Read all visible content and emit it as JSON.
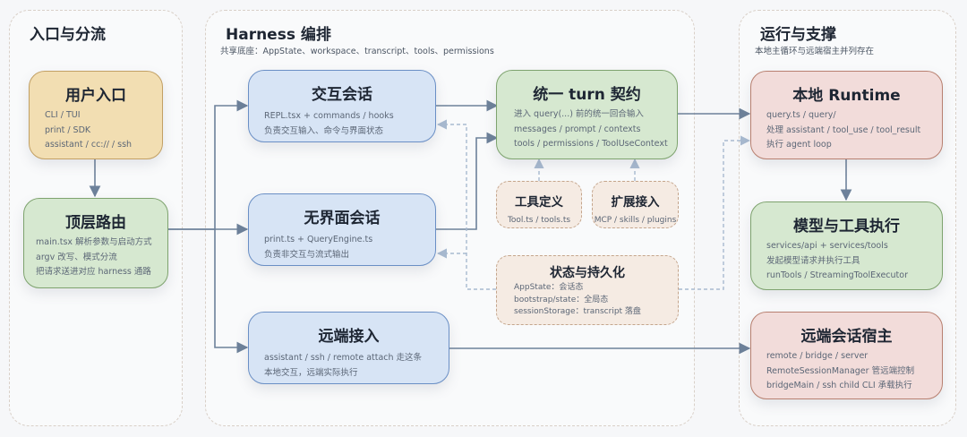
{
  "groups": {
    "entry": {
      "title": "入口与分流"
    },
    "harness": {
      "title": "Harness 编排",
      "subtitle": "共享底座：AppState、workspace、transcript、tools、permissions"
    },
    "runtime": {
      "title": "运行与支撑",
      "subtitle": "本地主循环与远端宿主并列存在"
    }
  },
  "nodes": {
    "user_entry": {
      "title": "用户入口",
      "lines": [
        "CLI / TUI",
        "print / SDK",
        "assistant / cc:// / ssh"
      ]
    },
    "top_router": {
      "title": "顶层路由",
      "lines": [
        "main.tsx 解析参数与启动方式",
        "argv 改写、模式分流",
        "把请求送进对应 harness 通路"
      ]
    },
    "interactive": {
      "title": "交互会话",
      "lines": [
        "REPL.tsx + commands / hooks",
        "负责交互输入、命令与界面状态"
      ]
    },
    "headless": {
      "title": "无界面会话",
      "lines": [
        "print.ts + QueryEngine.ts",
        "负责非交互与流式输出"
      ]
    },
    "remote_access": {
      "title": "远端接入",
      "lines": [
        "assistant / ssh / remote attach 走这条",
        "本地交互，远端实际执行"
      ]
    },
    "turn_contract": {
      "title": "统一 turn 契约",
      "lines": [
        "进入 query(...) 前的统一回合输入",
        "messages / prompt / contexts",
        "tools / permissions / ToolUseContext"
      ]
    },
    "tool_def": {
      "title": "工具定义",
      "lines": [
        "Tool.ts / tools.ts"
      ]
    },
    "extension": {
      "title": "扩展接入",
      "lines": [
        "MCP / skills / plugins"
      ]
    },
    "state": {
      "title": "状态与持久化",
      "lines": [
        "AppState：会话态",
        "bootstrap/state：全局态",
        "sessionStorage：transcript 落盘"
      ]
    },
    "local_runtime": {
      "title": "本地 Runtime",
      "lines": [
        "query.ts / query/",
        "处理 assistant / tool_use / tool_result",
        "执行 agent loop"
      ]
    },
    "model_tools": {
      "title": "模型与工具执行",
      "lines": [
        "services/api + services/tools",
        "发起模型请求并执行工具",
        "runTools / StreamingToolExecutor"
      ]
    },
    "remote_host": {
      "title": "远端会话宿主",
      "lines": [
        "remote / bridge / server",
        "RemoteSessionManager 管远端控制",
        "bridgeMain / ssh child CLI 承载执行"
      ]
    }
  },
  "colors": {
    "wire": "#6d819a",
    "wire_dashed": "#a8bad0",
    "yellow": "#f2deb2",
    "green": "#d6e8d0",
    "blue": "#d7e4f5",
    "red": "#f2dcda",
    "peach": "#f5ebe3"
  }
}
